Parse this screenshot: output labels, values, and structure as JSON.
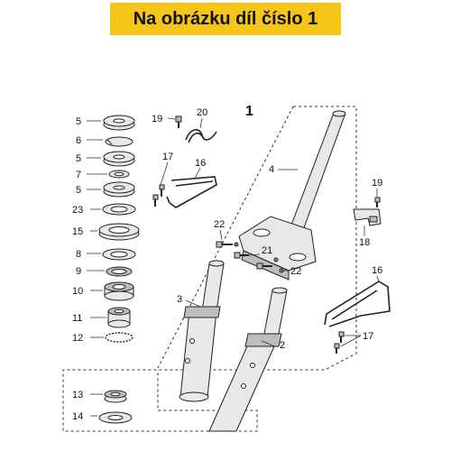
{
  "banner": {
    "text": "Na obrázku díl číslo 1"
  },
  "callouts": {
    "c1": "1",
    "c2": "2",
    "c3": "3",
    "c4": "4",
    "c5a": "5",
    "c6": "6",
    "c5b": "5",
    "c7": "7",
    "c5c": "5",
    "c23": "23",
    "c15": "15",
    "c8": "8",
    "c9": "9",
    "c10": "10",
    "c11": "11",
    "c12": "12",
    "c13": "13",
    "c14": "14",
    "c16a": "16",
    "c16b": "16",
    "c17a": "17",
    "c17b": "17",
    "c18": "18",
    "c19a": "19",
    "c19b": "19",
    "c20": "20",
    "c21": "21",
    "c22a": "22",
    "c22b": "22"
  }
}
